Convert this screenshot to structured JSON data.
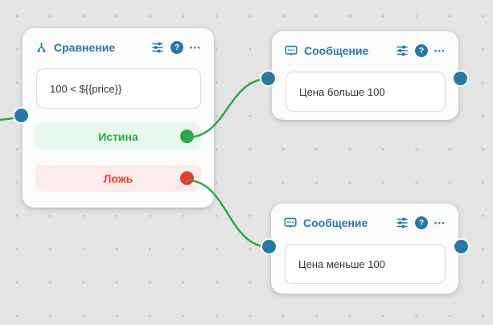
{
  "canvas": {
    "background": "#e4e4e4",
    "dot_color": "#c2c2c2"
  },
  "colors": {
    "accent_blue": "#2878a6",
    "edge_green": "#2fa84d",
    "true_green": "#2aa84a",
    "true_bg": "#e7f9ec",
    "false_red": "#ee392e",
    "false_bg": "#fdecec",
    "node_bg": "#fcfcfc"
  },
  "icons": {
    "help": "?",
    "more": "•••",
    "comparison": "branch-icon",
    "message": "message-bubble-icon",
    "settings": "sliders-icon"
  },
  "nodes": {
    "comparison": {
      "title": "Сравнение",
      "condition": "100 < ${{price}}",
      "outputs": {
        "true_label": "Истина",
        "false_label": "Ложь"
      }
    },
    "message_top": {
      "title": "Сообщение",
      "text": "Цена больше 100"
    },
    "message_bottom": {
      "title": "Сообщение",
      "text": "Цена меньше 100"
    }
  }
}
